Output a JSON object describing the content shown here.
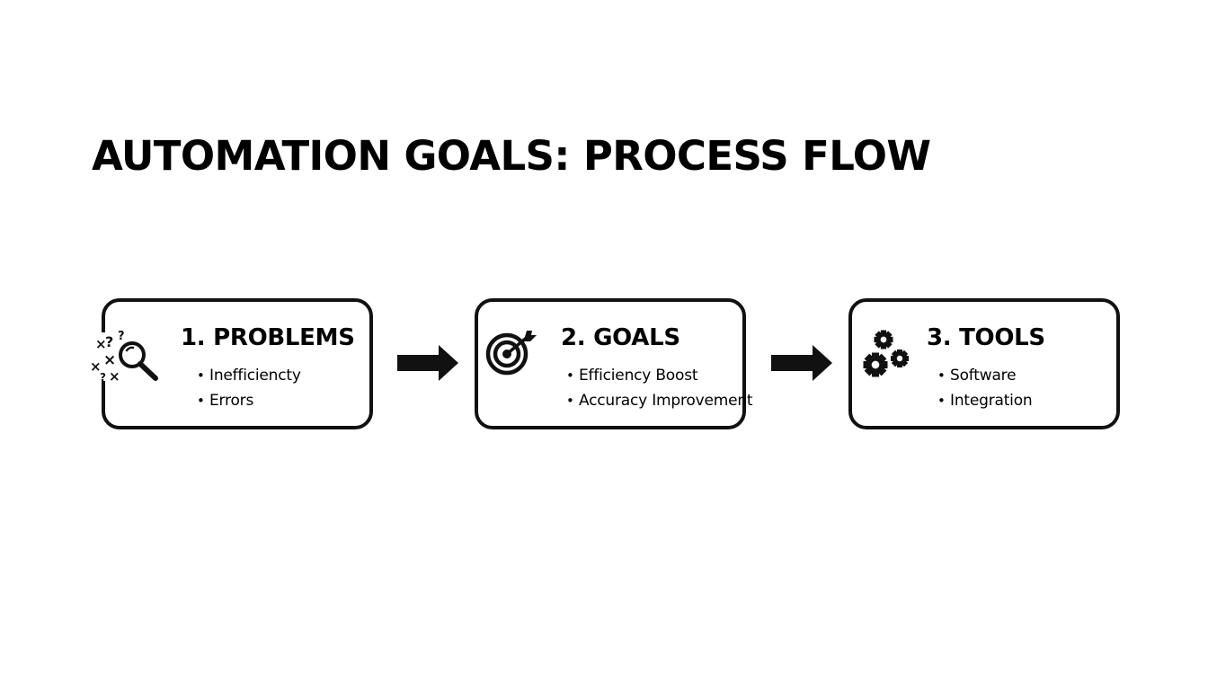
{
  "title": "AUTOMATION GOALS: PROCESS FLOW",
  "steps": [
    {
      "title": "1. PROBLEMS",
      "icon": "magnifier-with-question-and-x-marks-icon",
      "items": [
        "Inefficiencty",
        "Errors"
      ]
    },
    {
      "title": "2. GOALS",
      "icon": "target-with-arrow-icon",
      "items": [
        "Efficiency Boost",
        "Accuracy Improvement"
      ]
    },
    {
      "title": "3. TOOLS",
      "icon": "gears-icon",
      "items": [
        "Software",
        "Integration"
      ]
    }
  ],
  "icon_marks": {
    "question": "?",
    "cross": "×"
  },
  "colors": {
    "stroke": "#111111",
    "text": "#000000",
    "background": "#ffffff"
  }
}
